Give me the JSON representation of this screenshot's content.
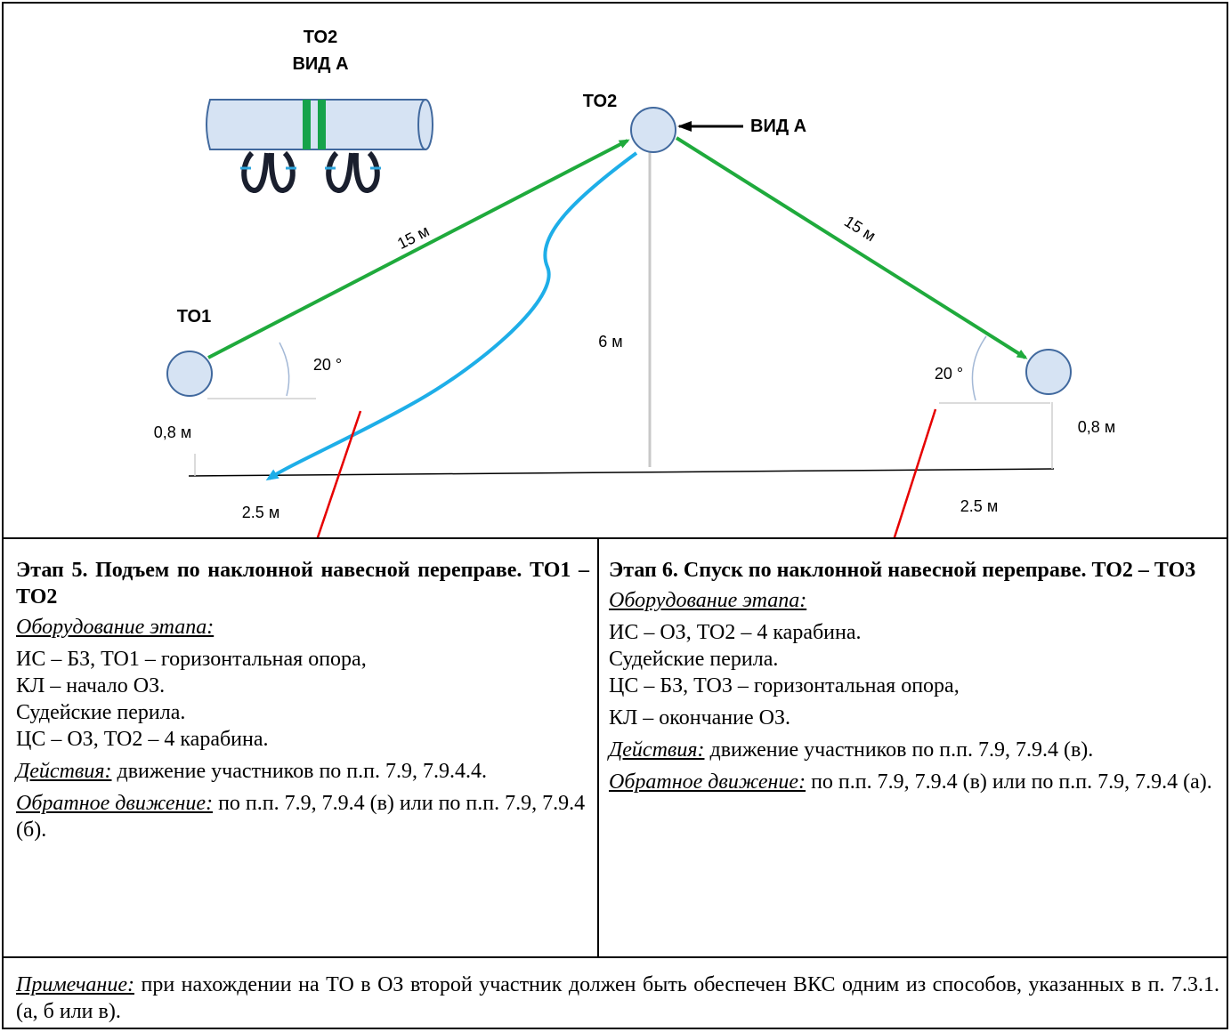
{
  "diagram": {
    "to2_view_title_1": "ТО2",
    "to2_view_title_2": "ВИД А",
    "to2_label": "ТО2",
    "view_a_label": "ВИД А",
    "to1_label": "ТО1",
    "left_rope_length": "15 м",
    "right_rope_length": "15 м",
    "height_label": "6 м",
    "left_angle": "20 °",
    "right_angle": "20 °",
    "left_base_height": "0,8 м",
    "right_base_height": "0,8 м",
    "left_distance": "2.5 м",
    "right_distance": "2.5 м",
    "colors": {
      "green_rope": "#1faa3c",
      "blue_rope": "#1eaee8",
      "red_line": "#e60000",
      "node_fill": "#d6e3f3",
      "node_stroke": "#41699e"
    }
  },
  "stage5": {
    "title": "Этап 5. Подъем по наклонной навесной переправе. ТО1 – ТО2",
    "equipment_label": "Оборудование этапа:",
    "equipment_lines": [
      "ИС – БЗ, ТО1 – горизонтальная опора,",
      "КЛ – начало ОЗ.",
      "Судейские перила.",
      "ЦС – ОЗ, ТО2 – 4 карабина."
    ],
    "actions_label": "Действия:",
    "actions_text": " движение участников по п.п. 7.9, 7.9.4.4.",
    "reverse_label": "Обратное движение:",
    "reverse_text": " по п.п. 7.9, 7.9.4 (в) или по п.п. 7.9, 7.9.4 (б)."
  },
  "stage6": {
    "title": "Этап 6. Спуск по наклонной навесной переправе. ТО2 – ТО3",
    "equipment_label": "Оборудование этапа:",
    "equipment_lines": [
      "ИС – ОЗ, ТО2 – 4 карабина.",
      "Судейские перила.",
      "ЦС – БЗ, ТО3 – горизонтальная опора,",
      "КЛ – окончание ОЗ."
    ],
    "actions_label": "Действия:",
    "actions_text": " движение участников по п.п. 7.9, 7.9.4 (в).",
    "reverse_label": "Обратное движение:",
    "reverse_text": " по п.п. 7.9, 7.9.4 (в) или по п.п. 7.9, 7.9.4 (а)."
  },
  "note": {
    "label": "Примечание:",
    "text": " при нахождении на ТО в ОЗ второй участник должен быть обеспечен ВКС одним из способов, указанных в п. 7.3.1. (а, б или в)."
  }
}
